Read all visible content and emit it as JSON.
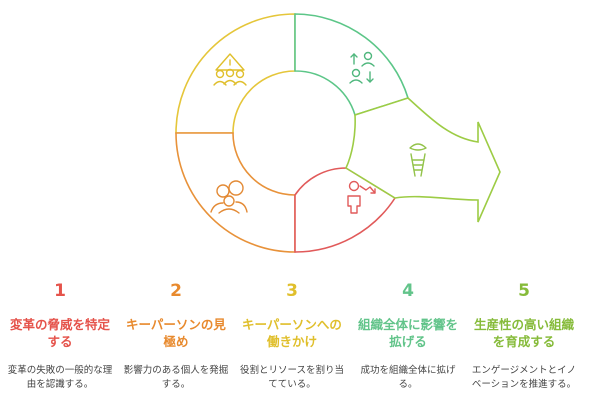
{
  "colors": {
    "seg1": "#e5c63a",
    "seg2": "#e8923a",
    "seg3": "#e15a5a",
    "seg4": "#8fd47a",
    "seg5": "#9dcc45"
  },
  "steps": [
    {
      "number": "1",
      "title": "変革の脅威を特定する",
      "desc": "変革の失敗の一般的な理由を認識する。",
      "color": "#e5534b",
      "icon": "warning-people-icon"
    },
    {
      "number": "2",
      "title": "キーパーソンの見極め",
      "desc": "影響力のある個人を発掘する。",
      "color": "#e88a2e",
      "icon": "group-people-icon"
    },
    {
      "number": "3",
      "title": "キーパーソンへの働きかけ",
      "desc": "役割とリソースを割り当てている。",
      "color": "#e0bf2c",
      "icon": "presenter-chart-icon"
    },
    {
      "number": "4",
      "title": "組織全体に影響を拡げる",
      "desc": "成功を組織全体に拡げる。",
      "color": "#62c48a",
      "icon": "people-exchange-icon"
    },
    {
      "number": "5",
      "title": "生産性の高い組織を育成する",
      "desc": "エンゲージメントとイノベーションを推進する。",
      "color": "#86bb3a",
      "icon": "growth-ladder-icon"
    }
  ]
}
